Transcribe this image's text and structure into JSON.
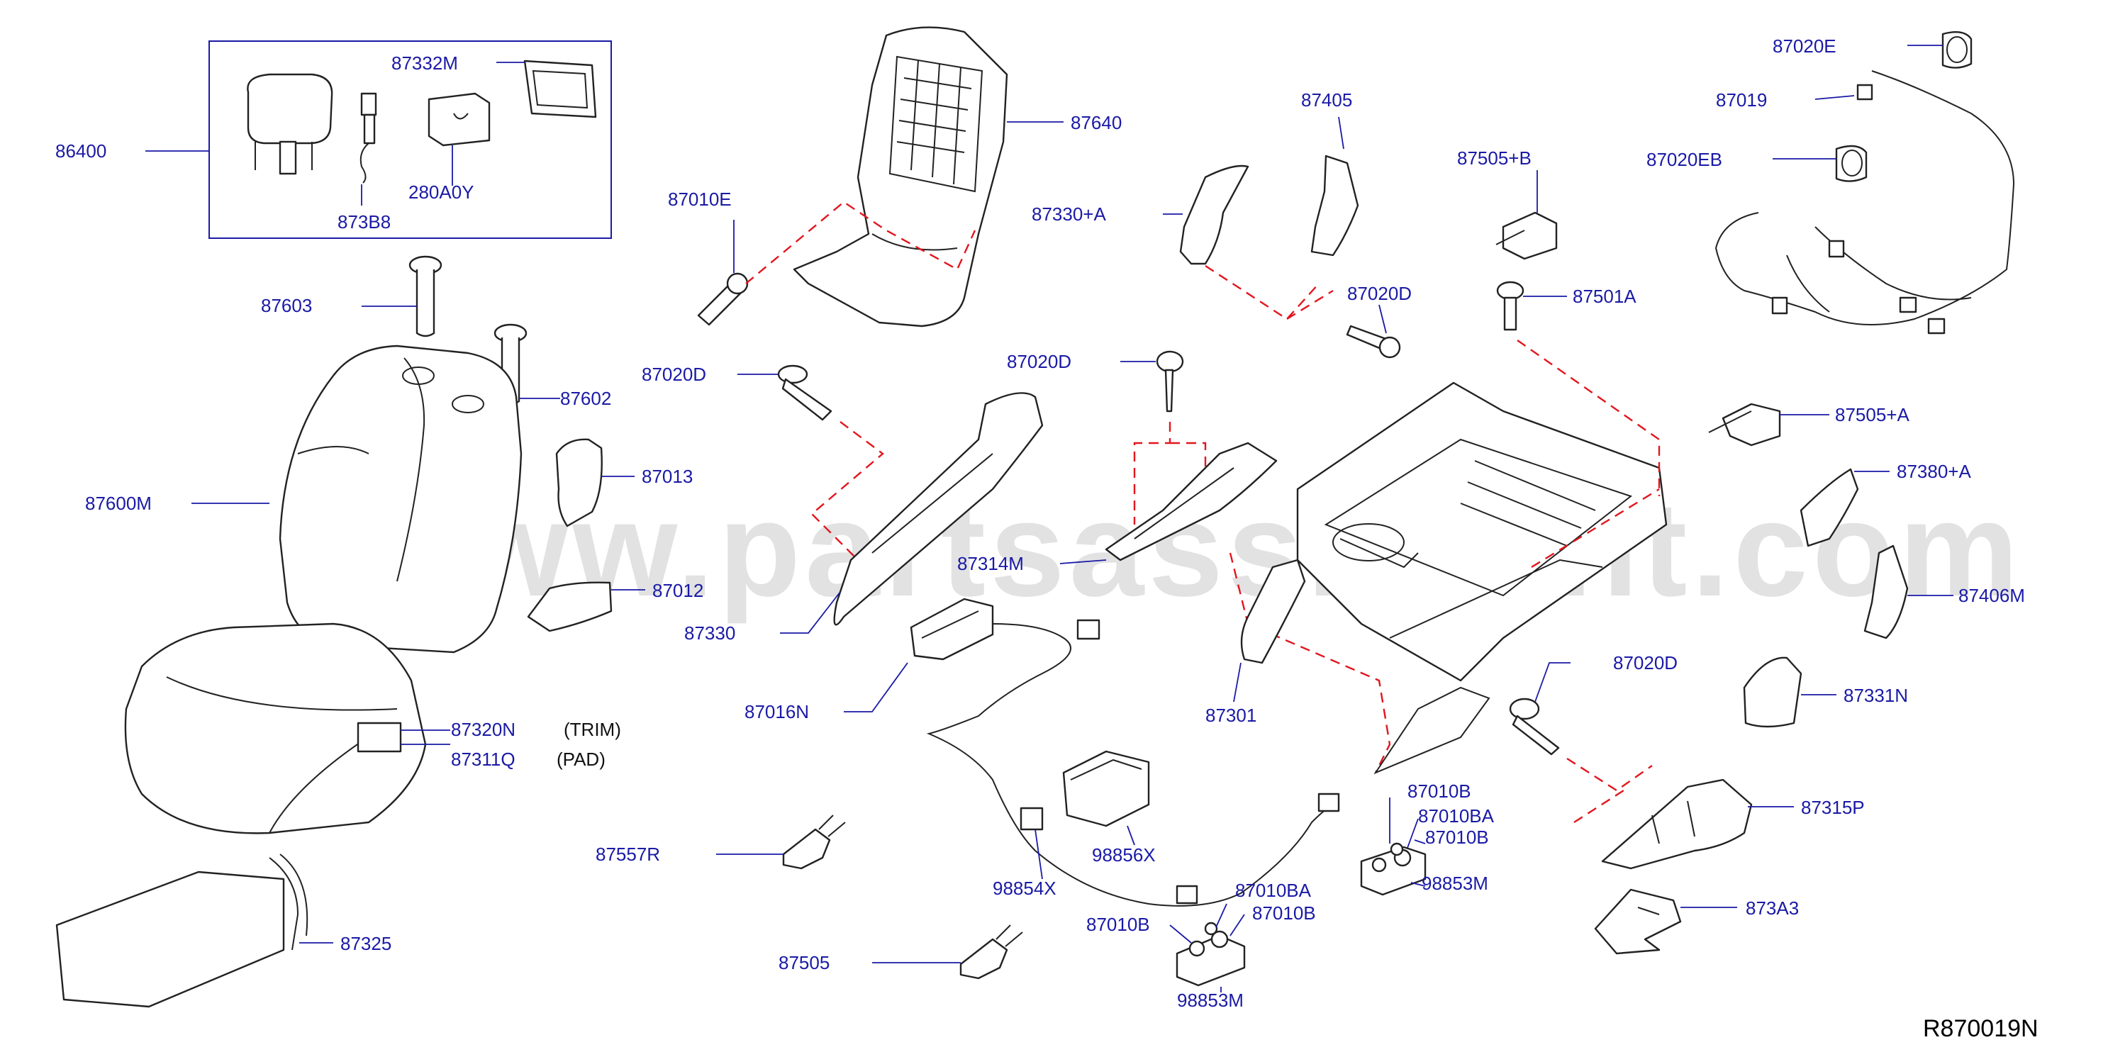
{
  "watermark": "www.partsassistant.com",
  "reference_code": "R870019N",
  "notes": {
    "trim": "(TRIM)",
    "pad": "(PAD)"
  },
  "parts": {
    "p86400": "86400",
    "p87332M": "87332M",
    "p280A0Y": "280A0Y",
    "p873B8": "873B8",
    "p87603": "87603",
    "p87602": "87602",
    "p87600M": "87600M",
    "p87013": "87013",
    "p87012": "87012",
    "p87320N": "87320N",
    "p87311Q": "87311Q",
    "p87325": "87325",
    "p87640": "87640",
    "p87010E": "87010E",
    "p87020D_a": "87020D",
    "p87020D_b": "87020D",
    "p87020D_c": "87020D",
    "p87020D_d": "87020D",
    "p87330": "87330",
    "p87330A": "87330+A",
    "p87405": "87405",
    "p87314M": "87314M",
    "p87016N": "87016N",
    "p87557R": "87557R",
    "p87505": "87505",
    "p98854X": "98854X",
    "p98856X": "98856X",
    "p87301": "87301",
    "p87010BA_a": "87010BA",
    "p87010B_a": "87010B",
    "p87010B_b": "87010B",
    "p98853M_a": "98853M",
    "p87010B_c": "87010B",
    "p87010BA_b": "87010BA",
    "p87010B_d": "87010B",
    "p98853M_b": "98853M",
    "p87505B": "87505+B",
    "p87501A": "87501A",
    "p87020E": "87020E",
    "p87019": "87019",
    "p87020EB": "87020EB",
    "p87505A": "87505+A",
    "p87380A": "87380+A",
    "p87406M": "87406M",
    "p87331N": "87331N",
    "p87315P": "87315P",
    "p873A3": "873A3"
  },
  "colors": {
    "label": "#1a1aa6",
    "line": "#222222",
    "dashed": "#e2161e",
    "watermark": "#9a9a9a"
  }
}
